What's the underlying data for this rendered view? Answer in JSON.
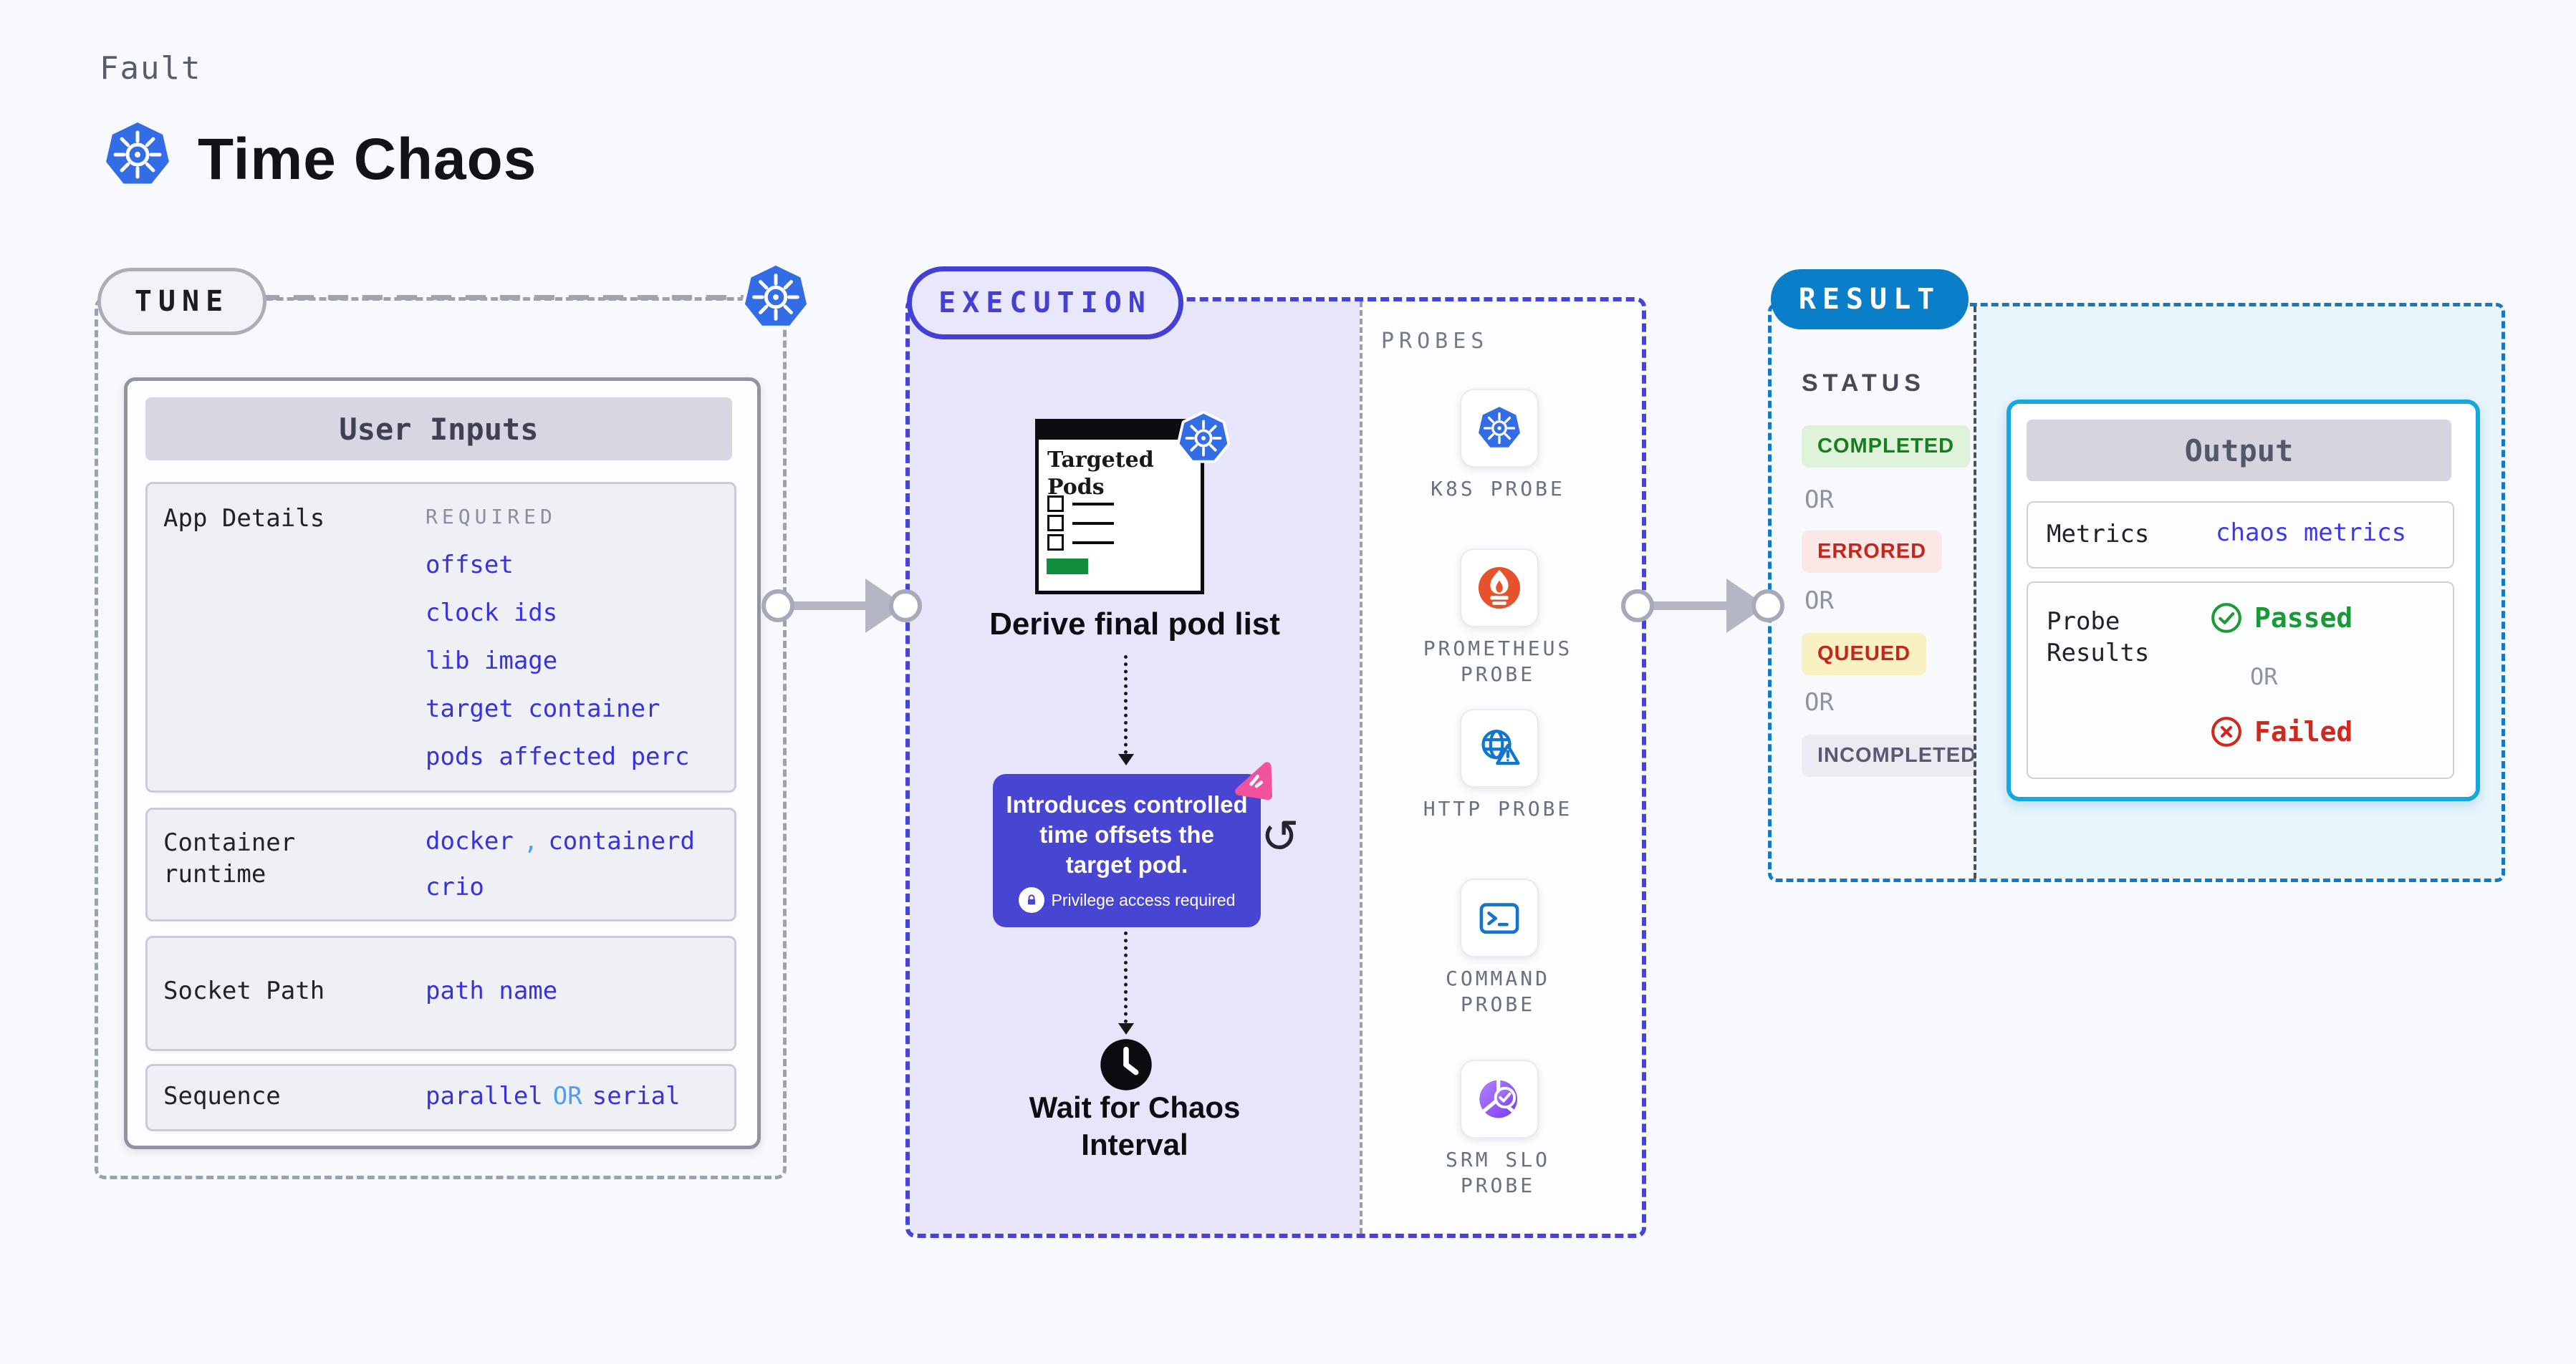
{
  "colors": {
    "page_bg": "#f8f9fd",
    "accent_indigo": "#4743d8",
    "result_blue": "#0b7ec9",
    "output_cyan": "#16a7e0",
    "value_blue": "#3633dd",
    "value_light_blue": "#4d9ef0",
    "kubernetes_blue": "#326de6",
    "prometheus_orange": "#e6522c",
    "success_green": "#189a37",
    "error_red": "#d0281c",
    "tooltip_purple": "#4845d2",
    "litmus_pink": "#f2529b",
    "targeted_pods_green": "#0f8c3c"
  },
  "header": {
    "eyebrow": "Fault",
    "title": "Time Chaos"
  },
  "tune": {
    "pill": "TUNE",
    "user_inputs": {
      "title": "User Inputs",
      "app_details": {
        "label": "App Details",
        "required": "REQUIRED",
        "values": [
          "offset",
          "clock ids",
          "lib image",
          "target container",
          "pods affected perc"
        ]
      },
      "container_runtime": {
        "label": "Container runtime",
        "value_a": "docker",
        "separator": ",",
        "value_b": "containerd",
        "value_c": "crio"
      },
      "socket_path": {
        "label": "Socket Path",
        "value": "path name"
      },
      "sequence": {
        "label": "Sequence",
        "value_a": "parallel",
        "or": "OR",
        "value_b": "serial"
      }
    }
  },
  "execution": {
    "pill": "EXECUTION",
    "targeted_pods_title": "Targeted Pods",
    "derive_label": "Derive final pod list",
    "tooltip": {
      "line1": "Introduces controlled",
      "line2": "time offsets the",
      "line3": "target pod.",
      "note": "Privilege access required"
    },
    "refresh_icon": "↺",
    "wait_label": "Wait for Chaos Interval"
  },
  "probes": {
    "title": "PROBES",
    "items": [
      {
        "label": "K8S PROBE",
        "icon": "kubernetes-wheel-icon"
      },
      {
        "label": "PROMETHEUS PROBE",
        "icon": "prometheus-flame-icon"
      },
      {
        "label": "HTTP PROBE",
        "icon": "globe-warning-icon"
      },
      {
        "label": "COMMAND PROBE",
        "icon": "terminal-prompt-icon"
      },
      {
        "label": "SRM SLO PROBE",
        "icon": "slo-donut-check-icon"
      }
    ]
  },
  "result": {
    "pill": "RESULT",
    "status_title": "STATUS",
    "or": "OR",
    "statuses": [
      {
        "label": "COMPLETED",
        "type": "success"
      },
      {
        "label": "ERRORED",
        "type": "error"
      },
      {
        "label": "QUEUED",
        "type": "warning"
      },
      {
        "label": "INCOMPLETED",
        "type": "neutral"
      }
    ],
    "output": {
      "title": "Output",
      "metrics_label": "Metrics",
      "metrics_value": "chaos metrics",
      "probe_results_label": "Probe Results",
      "passed": "Passed",
      "or": "OR",
      "failed": "Failed"
    }
  }
}
